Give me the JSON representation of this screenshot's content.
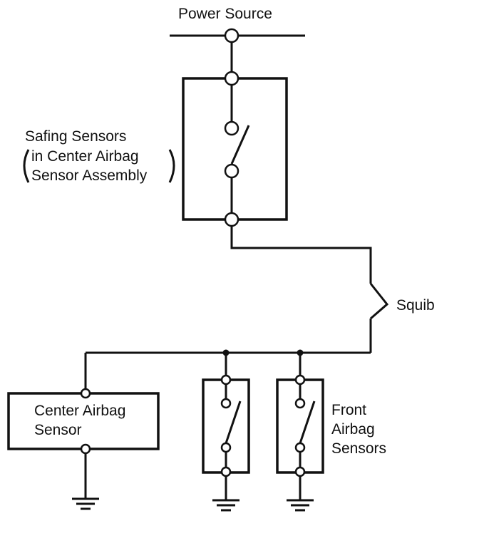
{
  "labels": {
    "power_source": "Power Source",
    "safing_sensors": [
      "Safing Sensors",
      "in Center Airbag",
      "Sensor Assembly"
    ],
    "squib": "Squib",
    "center_airbag_sensor": [
      "Center Airbag",
      "Sensor"
    ],
    "front_airbag_sensors": [
      "Front",
      "Airbag",
      "Sensors"
    ]
  }
}
